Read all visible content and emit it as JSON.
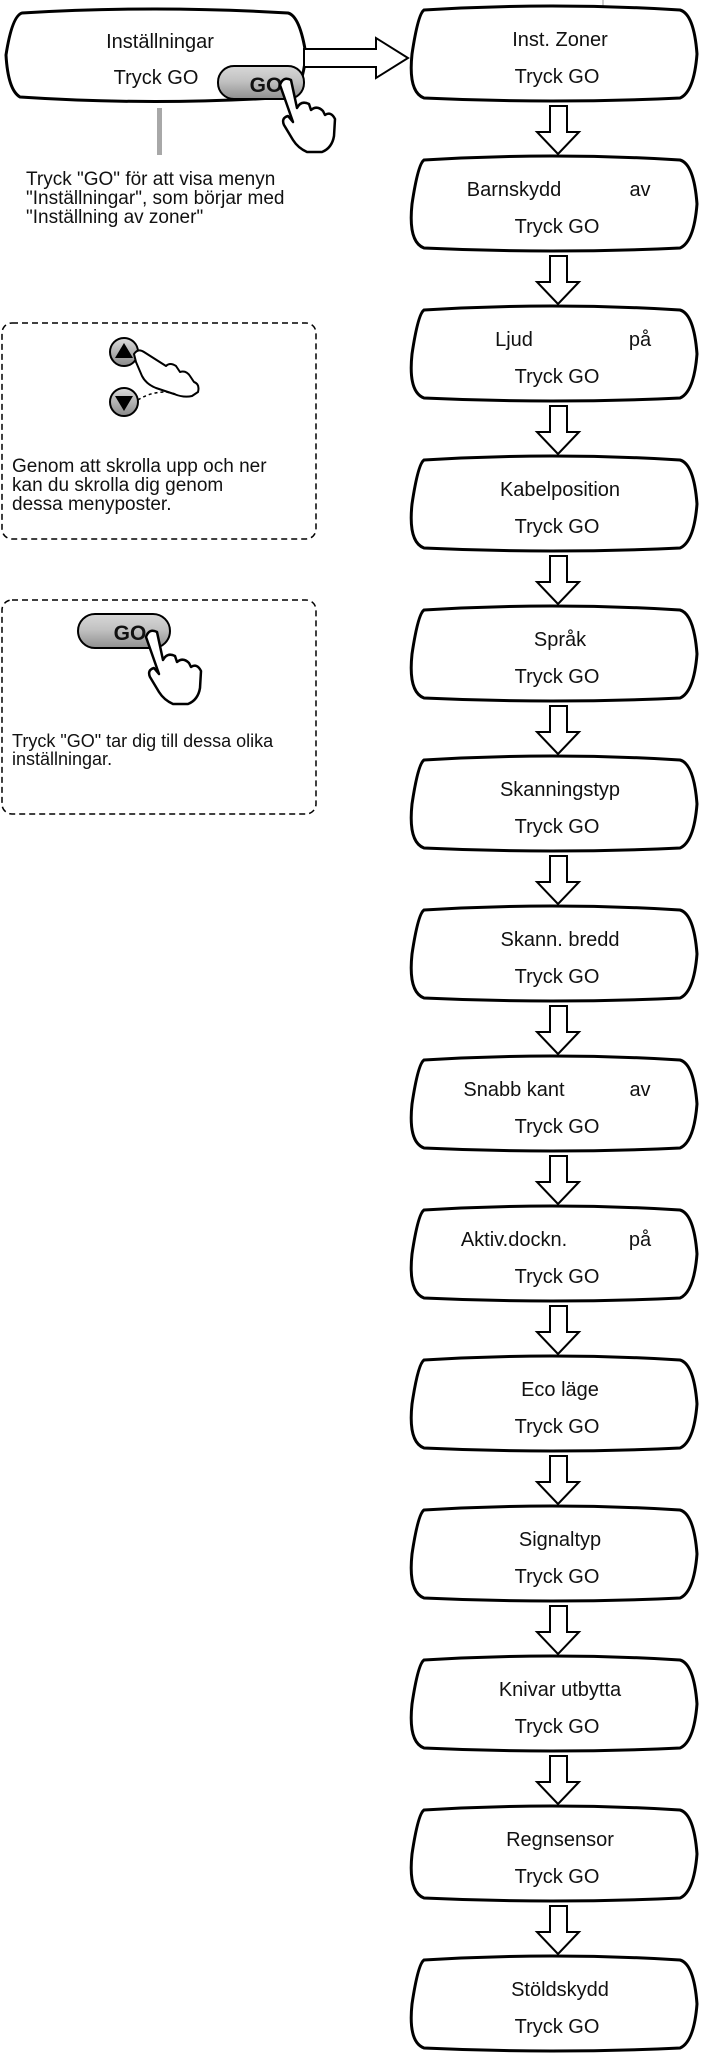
{
  "settings_box": {
    "title": "Inställningar",
    "prompt": "Tryck GO",
    "button_label": "GO"
  },
  "intro_note": {
    "lines": [
      "Tryck \"GO\" för att visa menyn",
      "\"Inställningar\", som börjar med",
      "\"Inställning av zoner\""
    ]
  },
  "scroll_note": {
    "lines": [
      "Genom att skrolla upp och ner",
      "kan du skrolla dig genom",
      "dessa menyposter."
    ],
    "up_icon": "up-arrow-button",
    "down_icon": "down-arrow-button"
  },
  "go_note": {
    "button_label": "GO",
    "lines": [
      "Tryck \"GO\" tar dig till dessa olika",
      "inställningar."
    ]
  },
  "menu": [
    {
      "label": "Inst. Zoner",
      "value": "",
      "prompt": "Tryck GO"
    },
    {
      "label": "Barnskydd",
      "value": "av",
      "prompt": "Tryck GO"
    },
    {
      "label": "Ljud",
      "value": "på",
      "prompt": "Tryck GO"
    },
    {
      "label": "Kabelposition",
      "value": "",
      "prompt": "Tryck GO"
    },
    {
      "label": "Språk",
      "value": "",
      "prompt": "Tryck GO"
    },
    {
      "label": "Skanningstyp",
      "value": "",
      "prompt": "Tryck GO"
    },
    {
      "label": "Skann. bredd",
      "value": "",
      "prompt": "Tryck GO"
    },
    {
      "label": "Snabb kant",
      "value": "av",
      "prompt": "Tryck GO"
    },
    {
      "label": "Aktiv.dockn.",
      "value": "på",
      "prompt": "Tryck GO"
    },
    {
      "label": "Eco läge",
      "value": "",
      "prompt": "Tryck GO"
    },
    {
      "label": "Signaltyp",
      "value": "",
      "prompt": "Tryck GO"
    },
    {
      "label": "Knivar utbytta",
      "value": "",
      "prompt": "Tryck GO"
    },
    {
      "label": "Regnsensor",
      "value": "",
      "prompt": "Tryck GO"
    },
    {
      "label": "Stöldskydd",
      "value": "",
      "prompt": "Tryck GO"
    }
  ]
}
